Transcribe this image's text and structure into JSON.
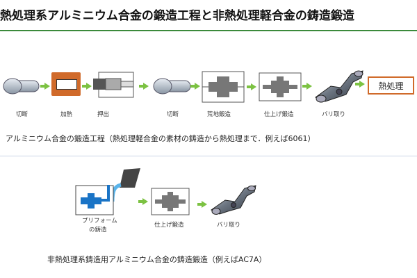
{
  "header": {
    "title": "熱処理系アルミニウム合金の鍛造工程と非熱処理軽合金の鋳造鍛造"
  },
  "top_process": {
    "steps": [
      "切断",
      "加熱",
      "押出",
      "切断",
      "荒地鍛造",
      "仕上げ鍛造",
      "バリ取り"
    ],
    "final_step": "熱処理",
    "caption": "アルミニウム合金の鍛造工程（熱処理軽合金の素材の鋳造から熱処理まで．例えば6061）"
  },
  "bottom_process": {
    "steps": [
      "プリフォーム",
      "の鋳造",
      "仕上げ鍛造",
      "バリ取り"
    ],
    "caption": "非熱処理系鋳造用アルミニウム合金の鋳造鍛造（例えばAC7A）"
  },
  "colors": {
    "accent_green": "#7cc242",
    "heat_orange": "#d06a2a",
    "cast_blue": "#1a74c6",
    "title_rule": "#3b8a3b"
  }
}
